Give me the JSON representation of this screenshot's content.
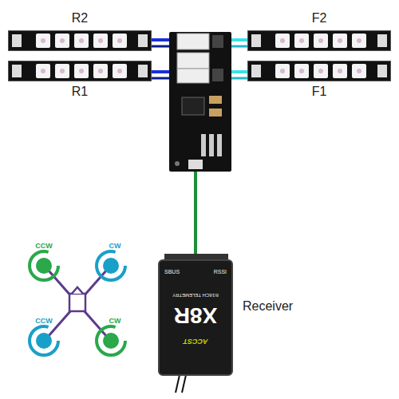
{
  "diagram": {
    "nodes": [
      {
        "text": [
          "R2"
        ]
      },
      {
        "text": [
          "R1"
        ]
      },
      {
        "text": [
          "F2"
        ]
      },
      {
        "text": [
          "F1"
        ]
      },
      {
        "text": [
          "SBUS",
          "RSSI",
          "X8R",
          "8/16CH TELEMETRY",
          "ACCST",
          "Receiver"
        ]
      }
    ],
    "labels": [
      "CCW",
      "CW",
      "CCW",
      "CW"
    ]
  }
}
